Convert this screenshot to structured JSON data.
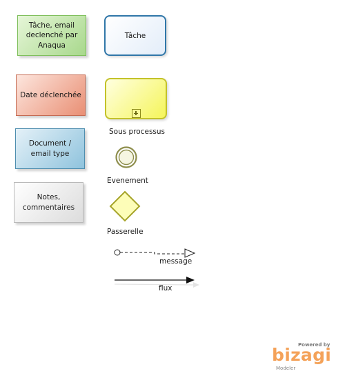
{
  "legend": {
    "note_task_email": "Tâche, email\ndeclenché par\nAnaqua",
    "note_date": "Date déclenchée",
    "note_document": "Document /\nemail type",
    "note_comments": "Notes,\ncommentaires",
    "task_label": "Tâche",
    "subprocess_label": "Sous processus",
    "event_label": "Evenement",
    "gateway_label": "Passerelle",
    "message_label": "message",
    "flow_label": "flux"
  },
  "branding": {
    "powered_by": "Powered by",
    "brand": "bizagi",
    "product": "Modeler"
  },
  "colors": {
    "green_note": "#a8d88c",
    "red_note": "#e98f74",
    "blue_note": "#8fc3dd",
    "gray_note": "#dcdcdc",
    "task_border": "#2f76a8",
    "subprocess_fill": "#f5f55a",
    "event_stroke": "#8e8e4c",
    "gateway_fill": "#fdfdb8",
    "brand_orange": "#f4a259"
  }
}
